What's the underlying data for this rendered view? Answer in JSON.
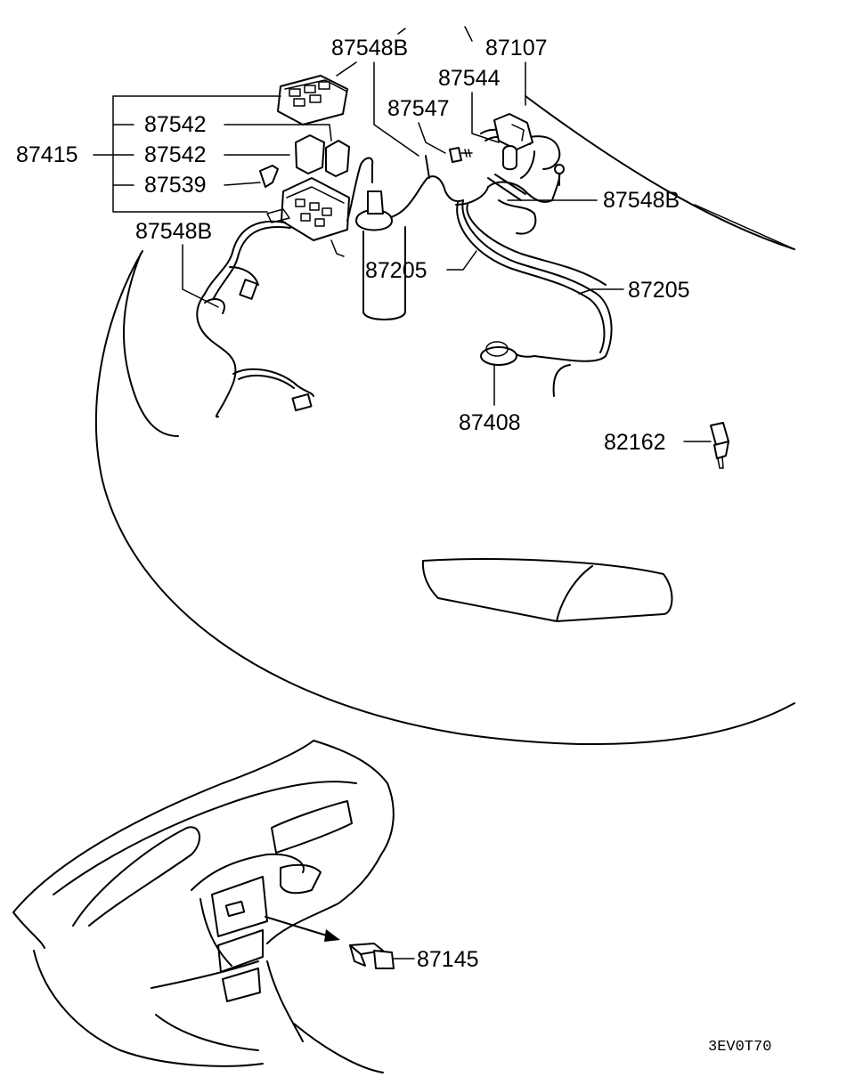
{
  "labels": {
    "p87548B_top": "87548B",
    "p87107": "87107",
    "p87544": "87544",
    "p87547": "87547",
    "p87542_a": "87542",
    "p87542_b": "87542",
    "p87415": "87415",
    "p87539": "87539",
    "p87548B_right": "87548B",
    "p87548B_left": "87548B",
    "p87205_a": "87205",
    "p87205_b": "87205",
    "p87408": "87408",
    "p82162": "82162",
    "p87145": "87145"
  },
  "diagram_code": "3EV0T70"
}
